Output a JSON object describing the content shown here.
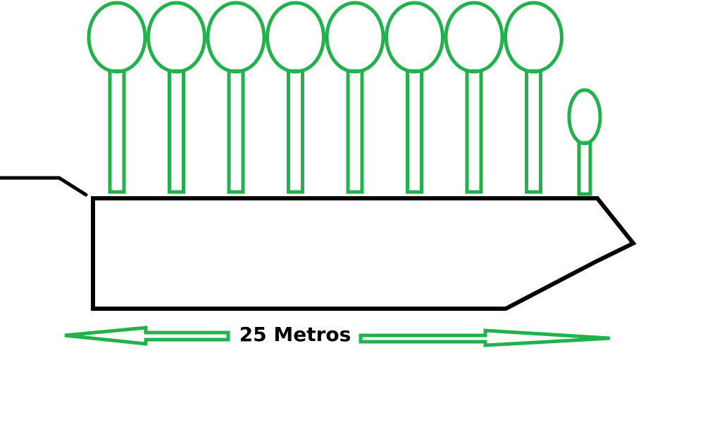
{
  "diagram": {
    "dimension_label": "25 Metros",
    "tree_count_large": 8,
    "tree_count_small": 1,
    "colors": {
      "trees": "#22b14c",
      "arrows": "#22b14c",
      "outline": "#000000",
      "background": "#ffffff"
    }
  }
}
